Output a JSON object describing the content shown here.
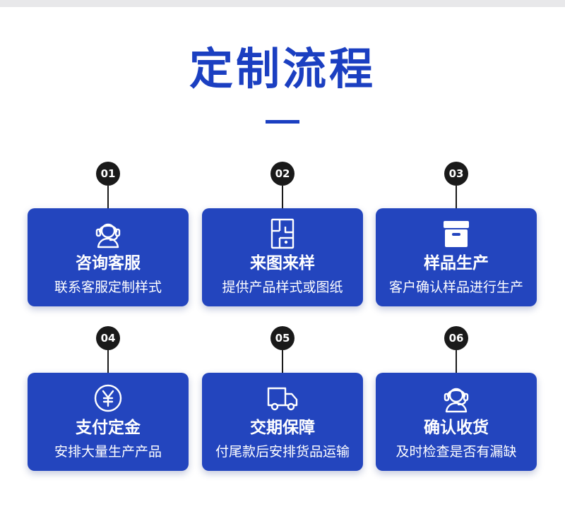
{
  "page": {
    "title": "定制流程"
  },
  "steps": [
    {
      "num": "01",
      "title": "咨询客服",
      "desc": "联系客服定制样式",
      "icon": "headset-icon"
    },
    {
      "num": "02",
      "title": "来图来样",
      "desc": "提供产品样式或图纸",
      "icon": "blueprint-icon"
    },
    {
      "num": "03",
      "title": "样品生产",
      "desc": "客户确认样品进行生产",
      "icon": "box-icon"
    },
    {
      "num": "04",
      "title": "支付定金",
      "desc": "安排大量生产产品",
      "icon": "yen-coin-icon"
    },
    {
      "num": "05",
      "title": "交期保障",
      "desc": "付尾款后安排货品运输",
      "icon": "delivery-truck-icon"
    },
    {
      "num": "06",
      "title": "确认收货",
      "desc": "及时检查是否有漏缺",
      "icon": "headset-icon"
    }
  ],
  "colors": {
    "accent": "#1b3fc1",
    "card": "#2345be",
    "badge": "#1a1a1a",
    "text_on_card": "#ffffff"
  }
}
